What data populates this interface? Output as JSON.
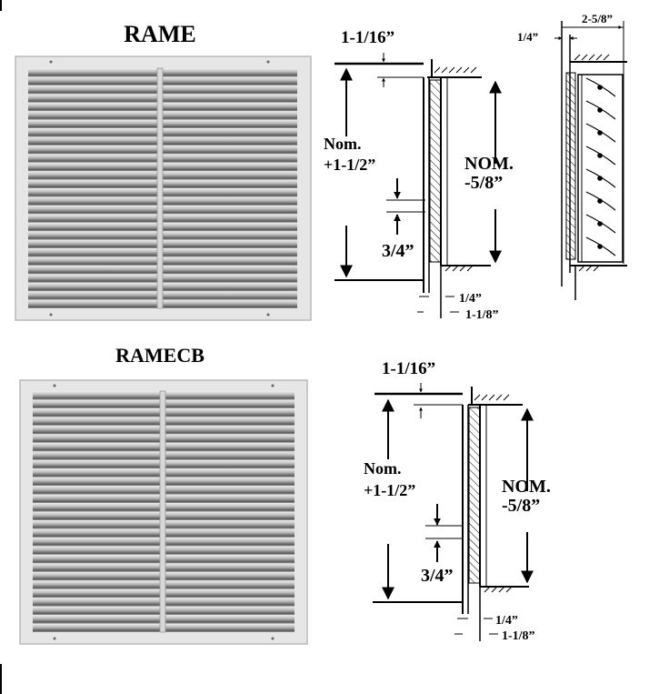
{
  "sections": [
    {
      "title": "RAME",
      "dims": {
        "flange": "1-1/16”",
        "nominal": "Nom.",
        "nominal_add": "+1-1/2”",
        "nom": "NOM.",
        "nom_sub": "-5/8”",
        "blade_gap": "3/4”",
        "thickness": "1/4”",
        "depth": "1-1/8”"
      },
      "damper": {
        "face": "1/4”",
        "depth": "2-5/8”"
      }
    },
    {
      "title": "RAMECB",
      "dims": {
        "flange": "1-1/16”",
        "nominal": "Nom.",
        "nominal_add": "+1-1/2”",
        "nom": "NOM.",
        "nom_sub": "-5/8”",
        "blade_gap": "3/4”",
        "thickness": "1/4”",
        "depth": "1-1/8”"
      }
    }
  ],
  "colors": {
    "frame": "#e4e4e4",
    "louver_light": "#d2d2d2",
    "louver_dark": "#5e5e5e",
    "line": "#000000"
  }
}
